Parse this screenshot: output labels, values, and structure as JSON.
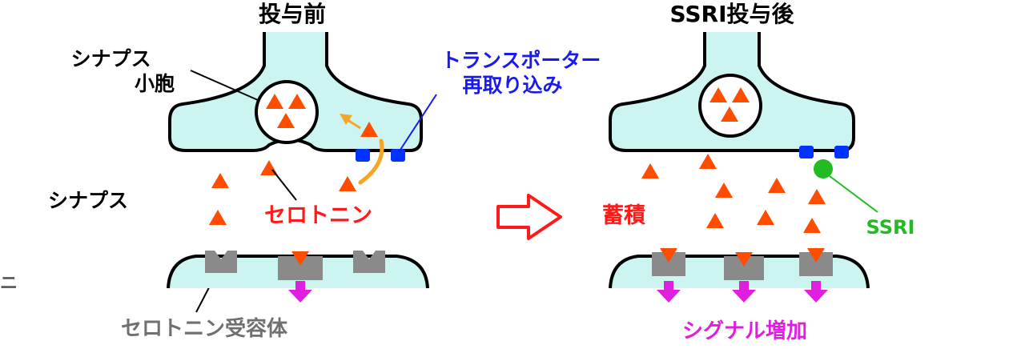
{
  "titles": {
    "before": "投与前",
    "after": "SSRI投与後"
  },
  "labels": {
    "vesicle": "シナプス\n小胞",
    "transporter": "トランスポーター\n再取り込み",
    "synapse": "シナプス",
    "serotonin": "セロトニン",
    "receptor": "セロトニン受容体",
    "accumulation": "蓄積",
    "ssri": "SSRI",
    "signal": "シグナル増加",
    "edge_glyph": "ニ"
  },
  "colors": {
    "membrane_fill": "#ccf5f2",
    "outline": "#000000",
    "serotonin": "#ff4d00",
    "transporter": "#0033ff",
    "transporter_label": "#1a1aee",
    "ssri": "#22bb22",
    "receptor": "#8a8a8a",
    "signal": "#e01ee0",
    "reuptake_arrow": "#f5a623",
    "process_arrow": "#ff1a1a",
    "receptor_label": "#707070"
  }
}
